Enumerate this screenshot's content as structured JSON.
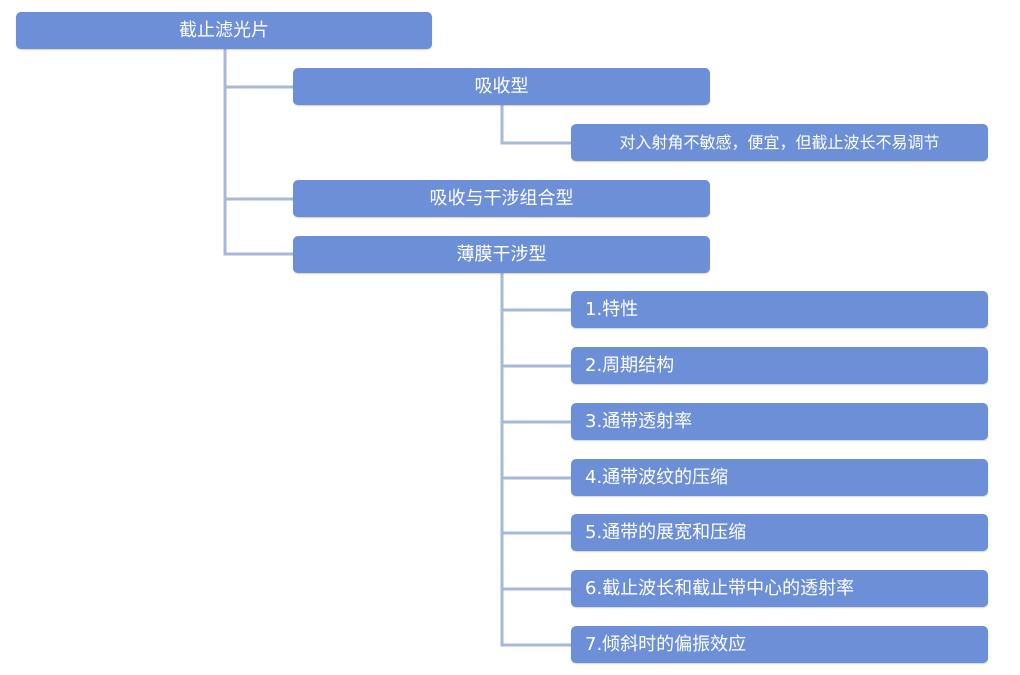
{
  "colors": {
    "node_fill": "#6c8fd8",
    "node_text": "#ffffff",
    "connector": "#a7b8d9",
    "background": "#ffffff"
  },
  "tree": {
    "root": "截止滤光片",
    "absorption": {
      "label": "吸收型",
      "description": "对入射角不敏感，便宜，但截止波长不易调节"
    },
    "combined": {
      "label": "吸收与干涉组合型"
    },
    "thin_film": {
      "label": "薄膜干涉型",
      "items": [
        "1.特性",
        "2.周期结构",
        "3.通带透射率",
        "4.通带波纹的压缩",
        "5.通带的展宽和压缩",
        "6.截止波长和截止带中心的透射率",
        "7.倾斜时的偏振效应"
      ]
    }
  }
}
